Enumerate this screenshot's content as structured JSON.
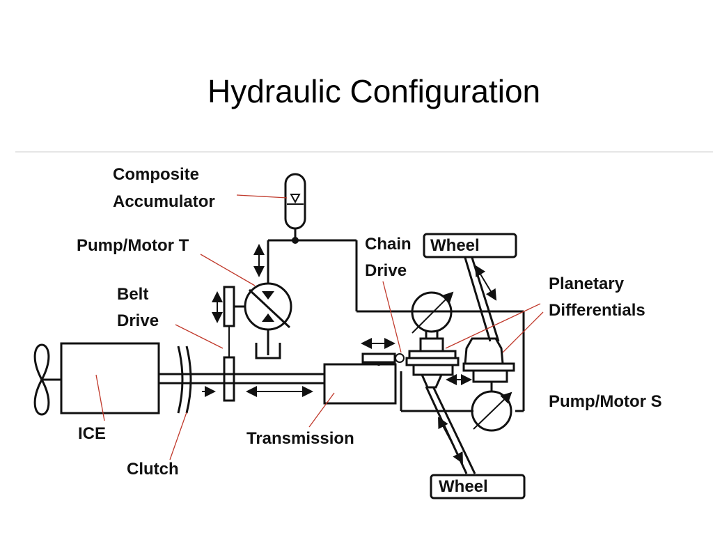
{
  "slide": {
    "title": "Hydraulic Configuration"
  },
  "diagram": {
    "labels": {
      "composite_accumulator_1": "Composite",
      "composite_accumulator_2": "Accumulator",
      "pump_motor_t": "Pump/Motor T",
      "belt_drive_1": "Belt",
      "belt_drive_2": "Drive",
      "chain_drive_1": "Chain",
      "chain_drive_2": "Drive",
      "wheel_top": "Wheel",
      "planetary_1": "Planetary",
      "planetary_2": "Differentials",
      "ice": "ICE",
      "clutch": "Clutch",
      "transmission": "Transmission",
      "pump_motor_s": "Pump/Motor S",
      "wheel_bottom": "Wheel"
    },
    "colors": {
      "line": "#111111",
      "leader": "#c0392b",
      "background": "#ffffff"
    }
  }
}
